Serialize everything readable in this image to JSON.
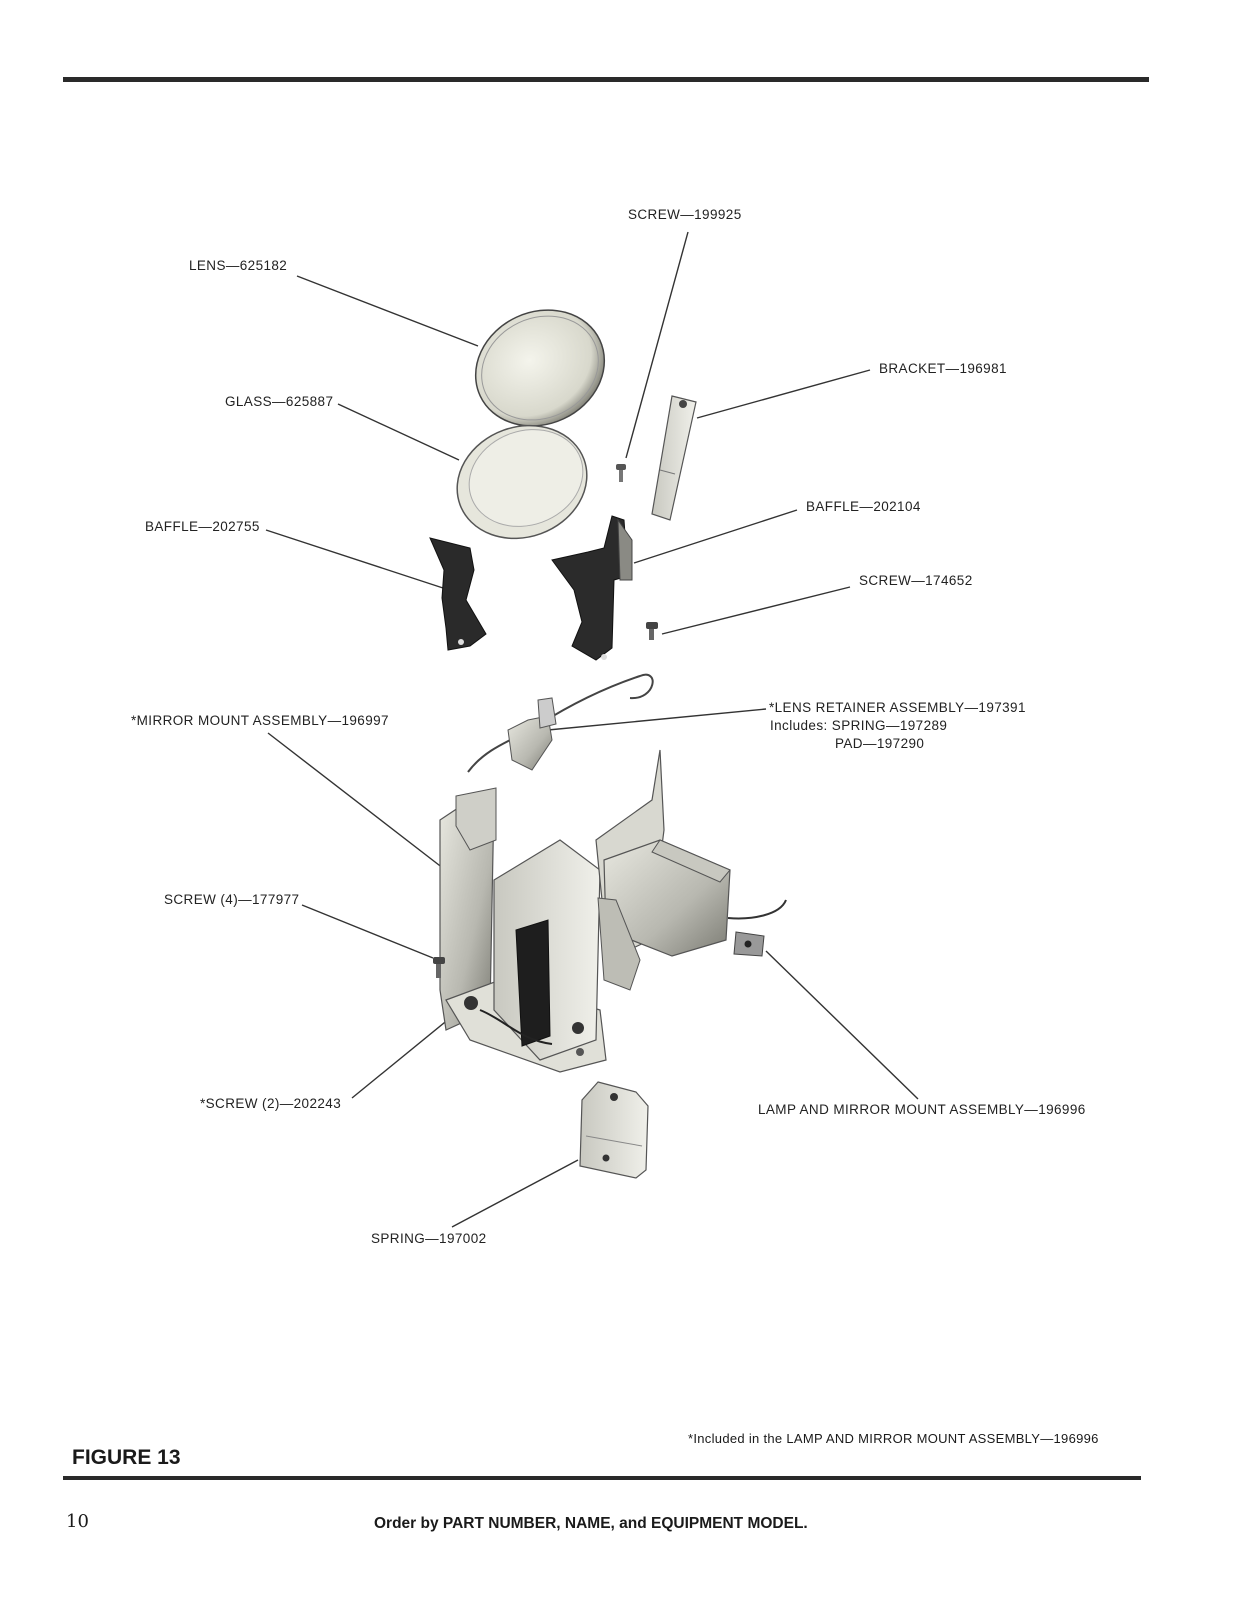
{
  "labels": {
    "screw_199925": "SCREW—199925",
    "lens_625182": "LENS—625182",
    "bracket_196981": "BRACKET—196981",
    "glass_625887": "GLASS—625887",
    "baffle_202104": "BAFFLE—202104",
    "baffle_202755": "BAFFLE—202755",
    "screw_174652": "SCREW—174652",
    "lens_retainer": "*LENS RETAINER ASSEMBLY—197391",
    "lens_retainer_includes_1": "Includes: SPRING—197289",
    "lens_retainer_includes_2": "PAD—197290",
    "mirror_mount": "*MIRROR MOUNT ASSEMBLY—196997",
    "screw_177977": "SCREW (4)—177977",
    "screw_202243": "*SCREW (2)—202243",
    "lamp_mirror_mount": "LAMP AND MIRROR MOUNT ASSEMBLY—196996",
    "spring_197002": "SPRING—197002"
  },
  "footnote": "*Included in the LAMP AND MIRROR MOUNT ASSEMBLY—196996",
  "figure_title": "FIGURE 13",
  "page_number": "10",
  "order_note": "Order by PART NUMBER, NAME, and EQUIPMENT MODEL."
}
